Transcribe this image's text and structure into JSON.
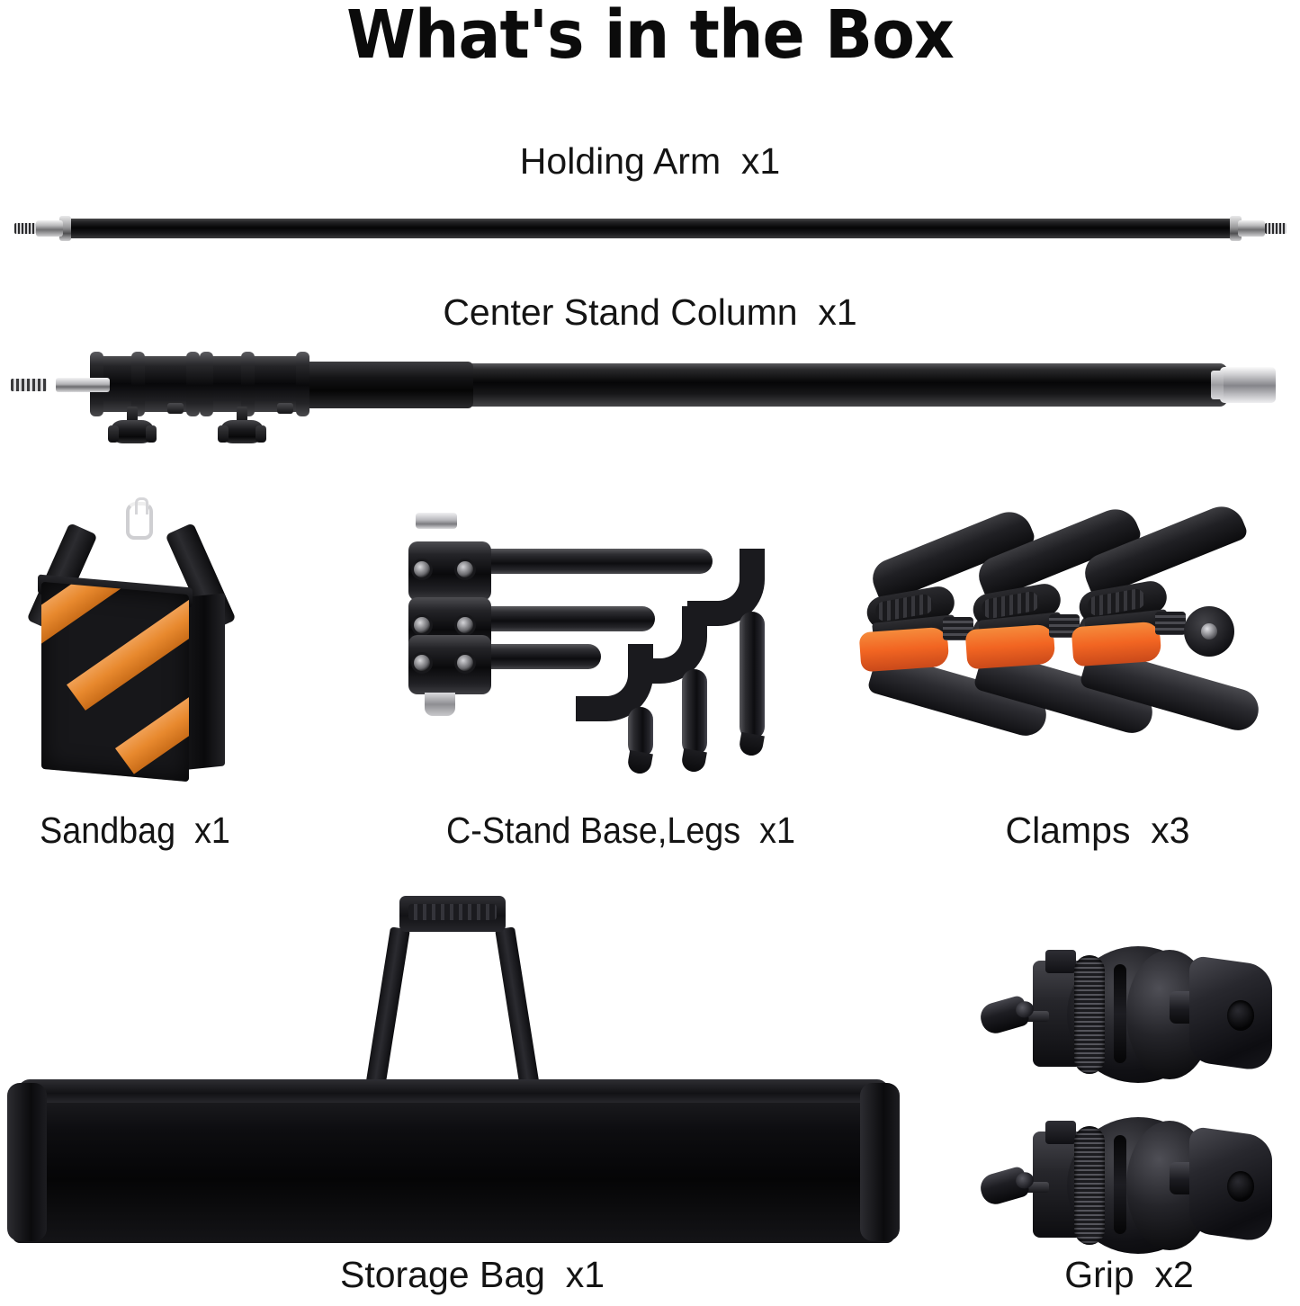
{
  "page": {
    "title": "What's in the Box",
    "background_color": "#ffffff",
    "text_color": "#141414"
  },
  "colors": {
    "sandbag_orange": "#e8892e",
    "clamp_orange": "#f26522",
    "metal_black": "#0d0d10",
    "chrome": "#cdcdd0"
  },
  "items": [
    {
      "id": "holding-arm",
      "label": "Holding Arm  x1",
      "name": "Holding Arm",
      "quantity": "x1",
      "icon": "holding-arm-icon"
    },
    {
      "id": "center-stand-column",
      "label": "Center Stand Column  x1",
      "name": "Center Stand Column",
      "quantity": "x1",
      "icon": "center-stand-column-icon"
    },
    {
      "id": "sandbag",
      "label": "Sandbag  x1",
      "name": "Sandbag",
      "quantity": "x1",
      "icon": "sandbag-icon"
    },
    {
      "id": "c-stand-base-legs",
      "label": "C-Stand Base,Legs  x1",
      "name": "C-Stand Base,Legs",
      "quantity": "x1",
      "icon": "c-stand-legs-icon"
    },
    {
      "id": "clamps",
      "label": "Clamps  x3",
      "name": "Clamps",
      "quantity": "x3",
      "icon": "spring-clamp-icon"
    },
    {
      "id": "storage-bag",
      "label": "Storage Bag  x1",
      "name": "Storage Bag",
      "quantity": "x1",
      "icon": "storage-bag-icon"
    },
    {
      "id": "grip",
      "label": "Grip  x2",
      "name": "Grip",
      "quantity": "x2",
      "icon": "grip-head-icon"
    }
  ]
}
